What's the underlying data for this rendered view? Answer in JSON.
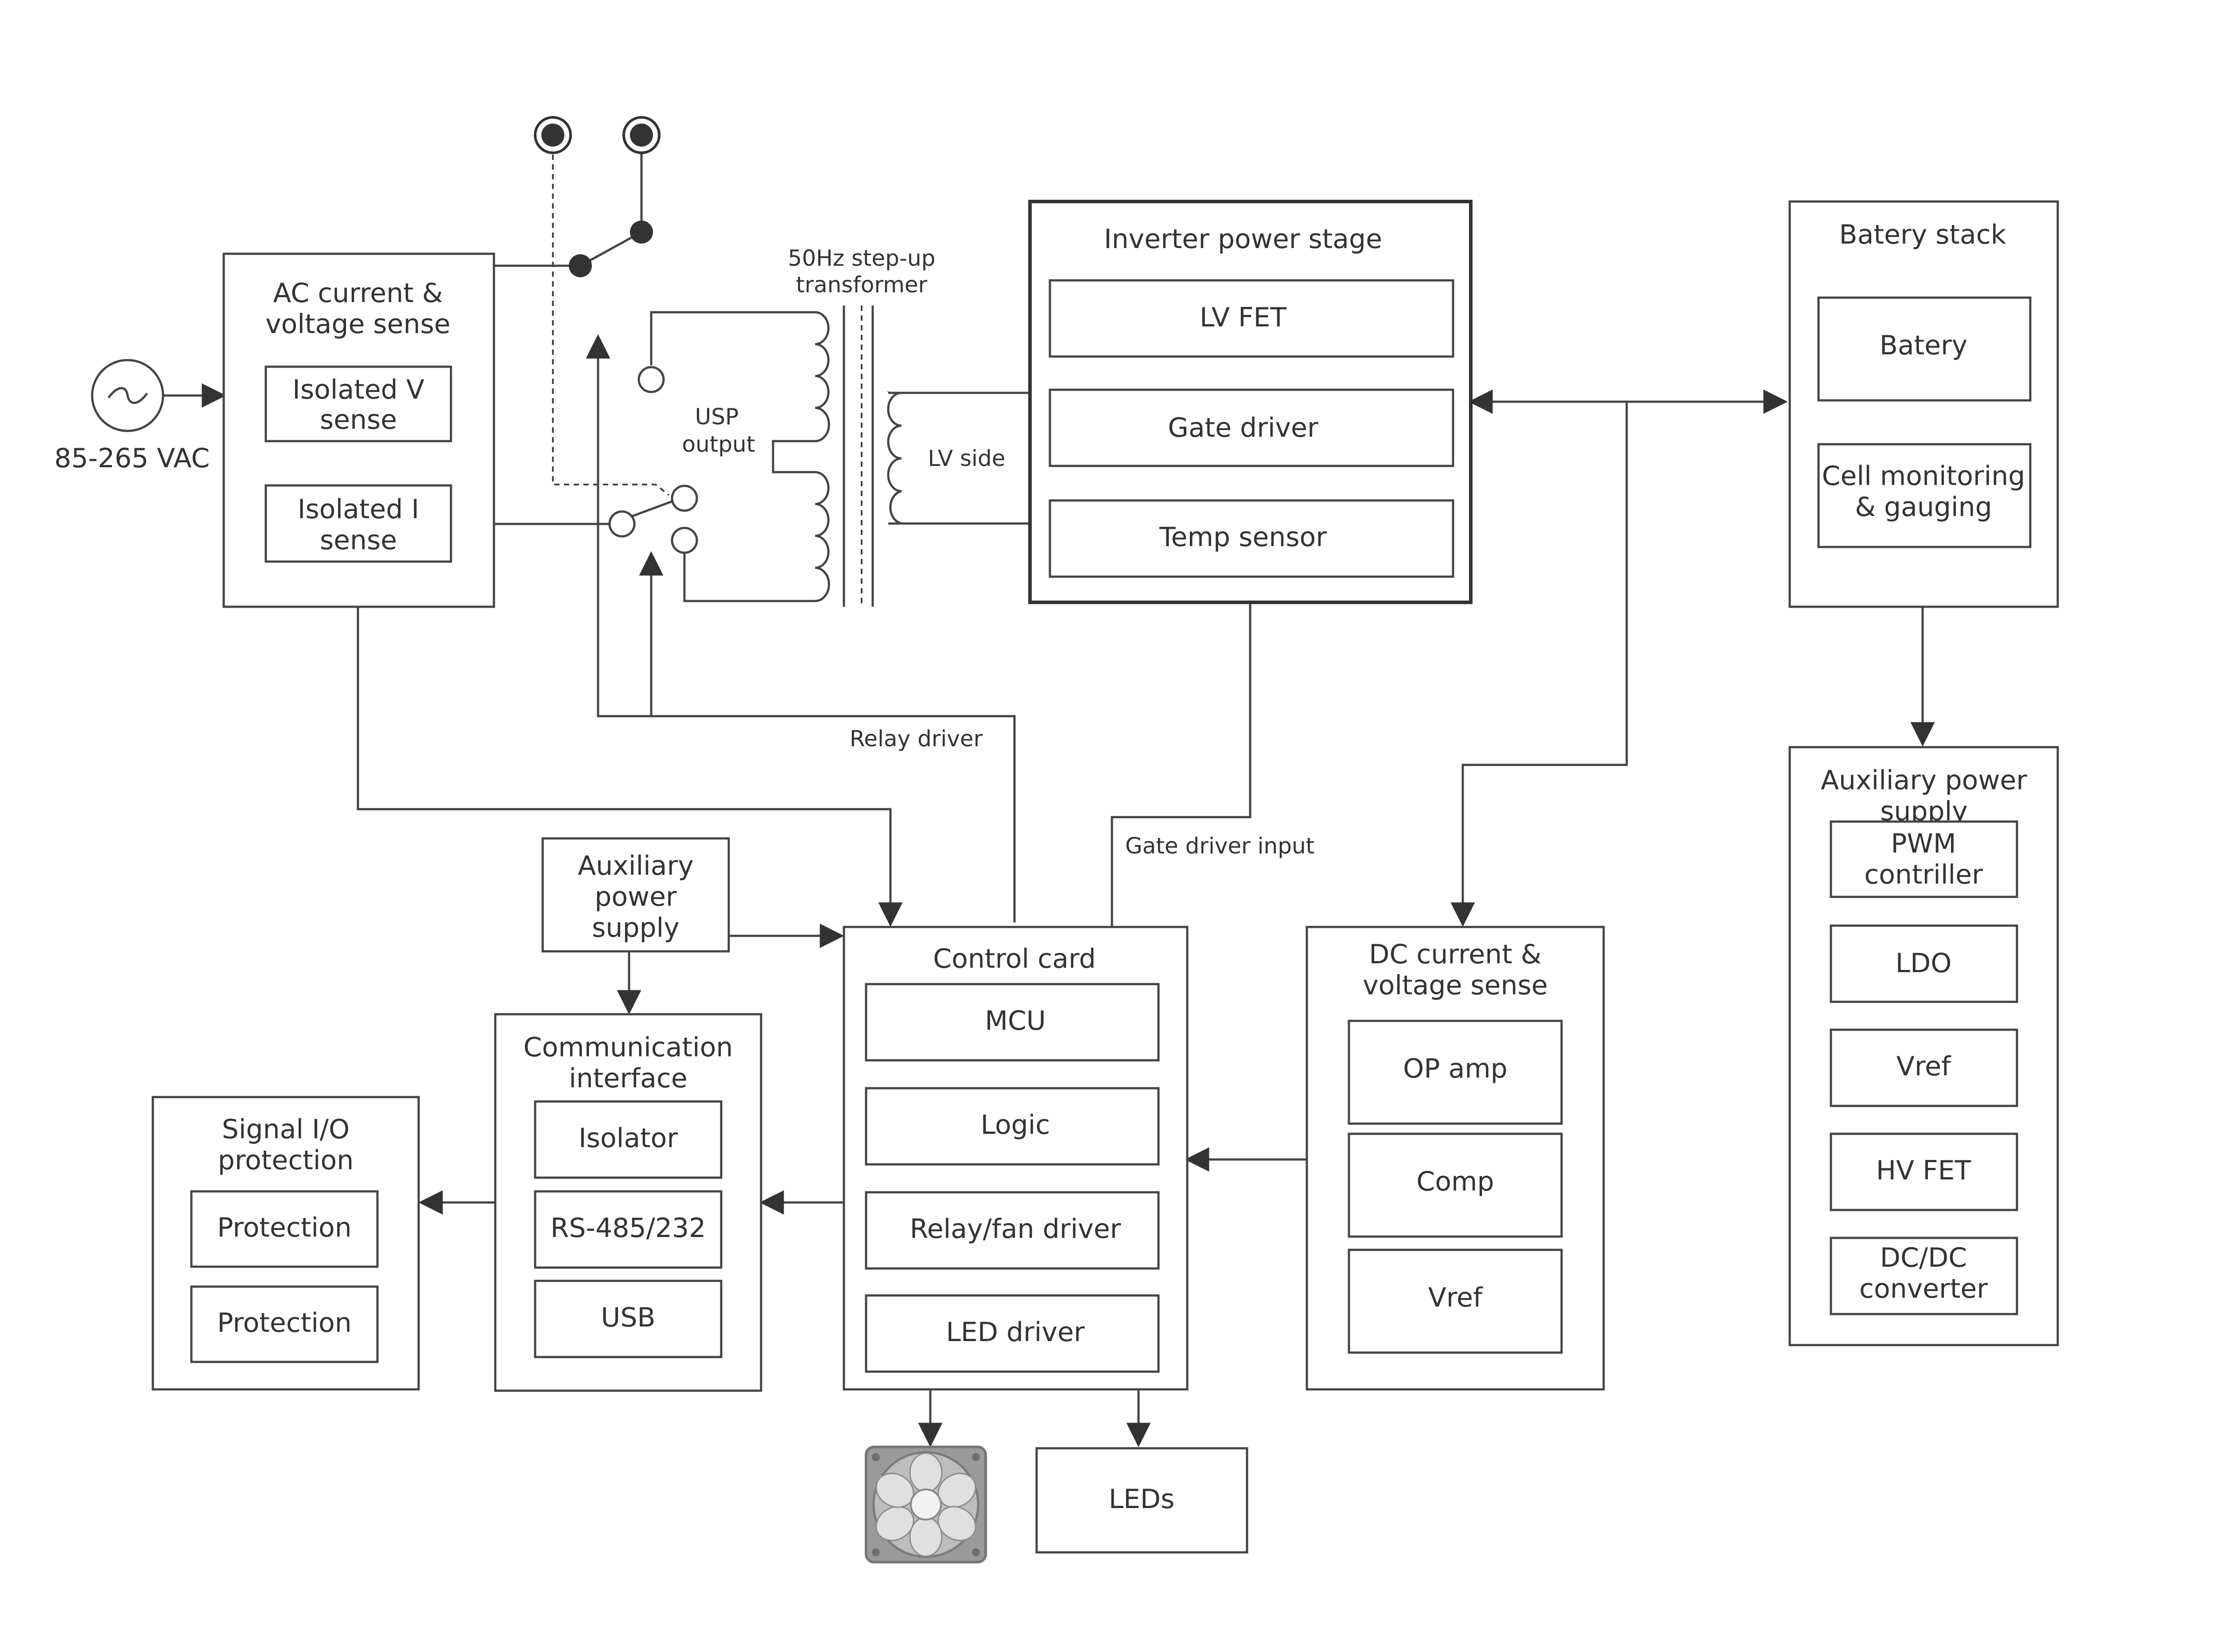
{
  "source": {
    "voltage": "85-265 VAC"
  },
  "ac_sense": {
    "title": [
      "AC current &",
      "voltage sense"
    ],
    "items": [
      [
        "Isolated V",
        "sense"
      ],
      [
        "Isolated I",
        "sense"
      ]
    ]
  },
  "transformer": {
    "label": [
      "50Hz step-up",
      "transformer"
    ],
    "ups_output": [
      "USP",
      "output"
    ],
    "lv_side": "LV side"
  },
  "inverter": {
    "title": "Inverter power stage",
    "items": [
      "LV FET",
      "Gate driver",
      "Temp sensor"
    ]
  },
  "battery": {
    "title": "Batery stack",
    "items": [
      [
        "Batery"
      ],
      [
        "Cell monitoring",
        "& gauging"
      ]
    ]
  },
  "aux_power_right": {
    "title": [
      "Auxiliary power",
      "supply"
    ],
    "items": [
      [
        "PWM",
        "contriller"
      ],
      [
        "LDO"
      ],
      [
        "Vref"
      ],
      [
        "HV FET"
      ],
      [
        "DC/DC",
        "converter"
      ]
    ]
  },
  "aux_power_left": {
    "title": [
      "Auxiliary",
      "power",
      "supply"
    ]
  },
  "communication": {
    "title": [
      "Communication",
      "interface"
    ],
    "items": [
      "Isolator",
      "RS-485/232",
      "USB"
    ]
  },
  "signal_io": {
    "title": [
      "Signal I/O",
      "protection"
    ],
    "items": [
      "Protection",
      "Protection"
    ]
  },
  "control_card": {
    "title": "Control card",
    "items": [
      "MCU",
      "Logic",
      "Relay/fan driver",
      "LED driver"
    ]
  },
  "dc_sense": {
    "title": [
      "DC current &",
      "voltage sense"
    ],
    "items": [
      "OP amp",
      "Comp",
      "Vref"
    ]
  },
  "signals": {
    "relay_driver": "Relay driver",
    "gate_driver_input": "Gate driver input"
  },
  "outputs": {
    "leds": "LEDs",
    "fan_icon": "fan-icon"
  },
  "colors": {
    "line": "#444444",
    "text": "#333333",
    "fan_body": "#9a9a9a",
    "fan_blade": "#d8d8d8"
  }
}
